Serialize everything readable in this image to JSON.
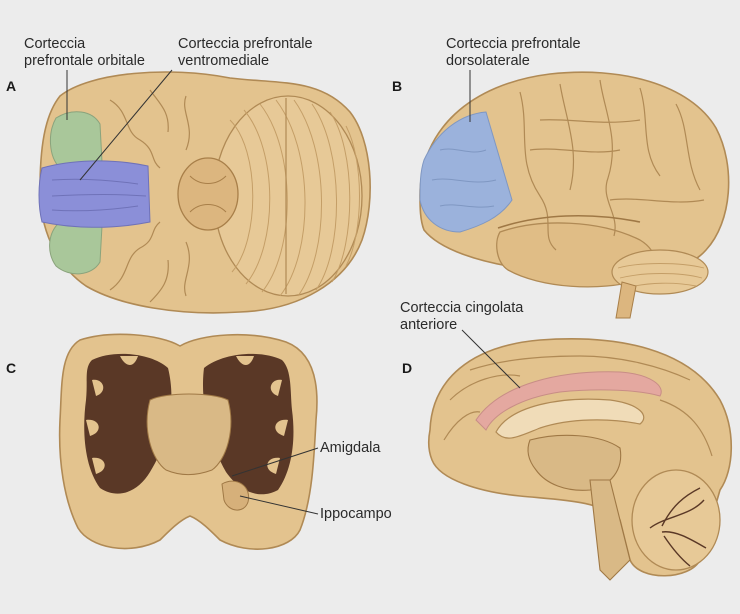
{
  "panels": {
    "a": {
      "letter": "A",
      "label_orbital_line1": "Corteccia",
      "label_orbital_line2": "prefrontale orbitale",
      "label_ventromedial_line1": "Corteccia prefrontale",
      "label_ventromedial_line2": "ventromediale"
    },
    "b": {
      "letter": "B",
      "label_dorsolateral_line1": "Corteccia prefrontale",
      "label_dorsolateral_line2": "dorsolaterale"
    },
    "c": {
      "letter": "C",
      "label_amygdala": "Amigdala",
      "label_hippocampus": "Ippocampo"
    },
    "d": {
      "letter": "D",
      "label_cingulate_line1": "Corteccia cingolata",
      "label_cingulate_line2": "anteriore"
    }
  },
  "colors": {
    "background": "#ececec",
    "brain_tan": "#e3c38e",
    "sulcus_line": "#b08a55",
    "orbital_green": "#a9c79a",
    "ventromedial_blue": "#8b8fd8",
    "dorsolateral_blue": "#9bb2dc",
    "cingulate_pink": "#e4a8a0",
    "white_matter_brown": "#5a3826",
    "leader_line": "#333333"
  }
}
